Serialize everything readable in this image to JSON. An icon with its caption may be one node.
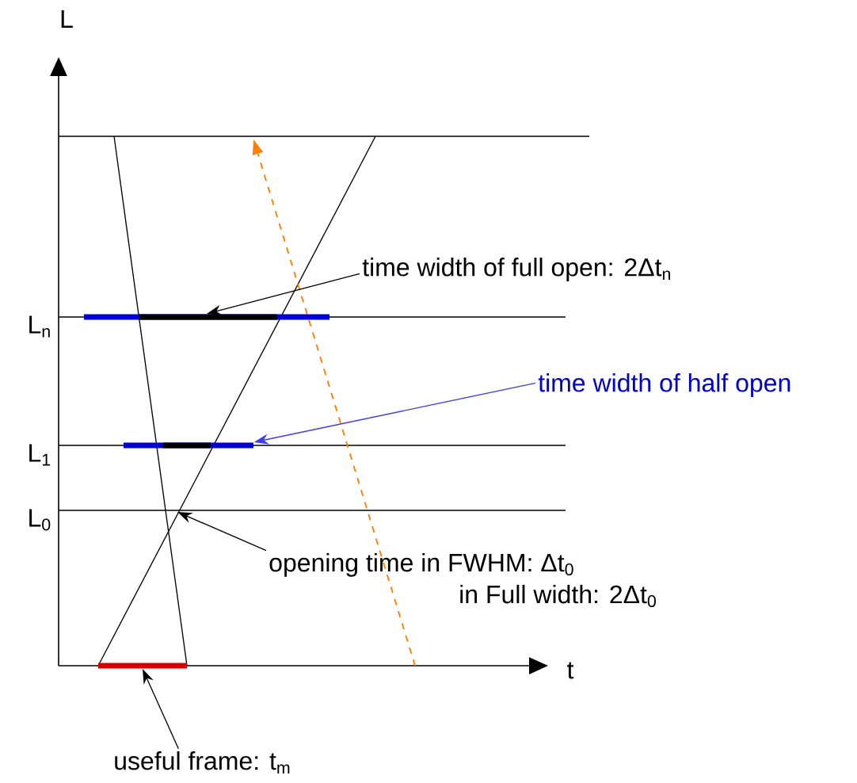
{
  "diagram": {
    "nodes": [
      {
        "text": [
          "time width of full open: 2Δt$_{n}$"
        ]
      },
      {
        "text": [
          "time width of half open"
        ]
      },
      {
        "text": [
          "opening time in FWHM: Δt$_{0}$",
          "in Full width: 2Δt$_{0}$"
        ]
      },
      {
        "text": [
          "useful frame: t$_{m}$"
        ]
      },
      {
        "text": [],
        "shape": "bar"
      },
      {
        "text": [],
        "shape": "bar"
      },
      {
        "text": [],
        "shape": "bar"
      }
    ],
    "edges": [
      {
        "from": 0,
        "to": 4,
        "arrow": "to"
      },
      {
        "from": 1,
        "to": 5,
        "arrow": "to",
        "color": "#3c3cf0"
      },
      {
        "from": 2,
        "to": null,
        "arrow": "to"
      },
      {
        "from": 3,
        "to": 6,
        "arrow": "to"
      }
    ],
    "labels": [
      "L",
      "L$_{n}$",
      "L$_{1}$",
      "L$_{0}$",
      "t"
    ]
  }
}
